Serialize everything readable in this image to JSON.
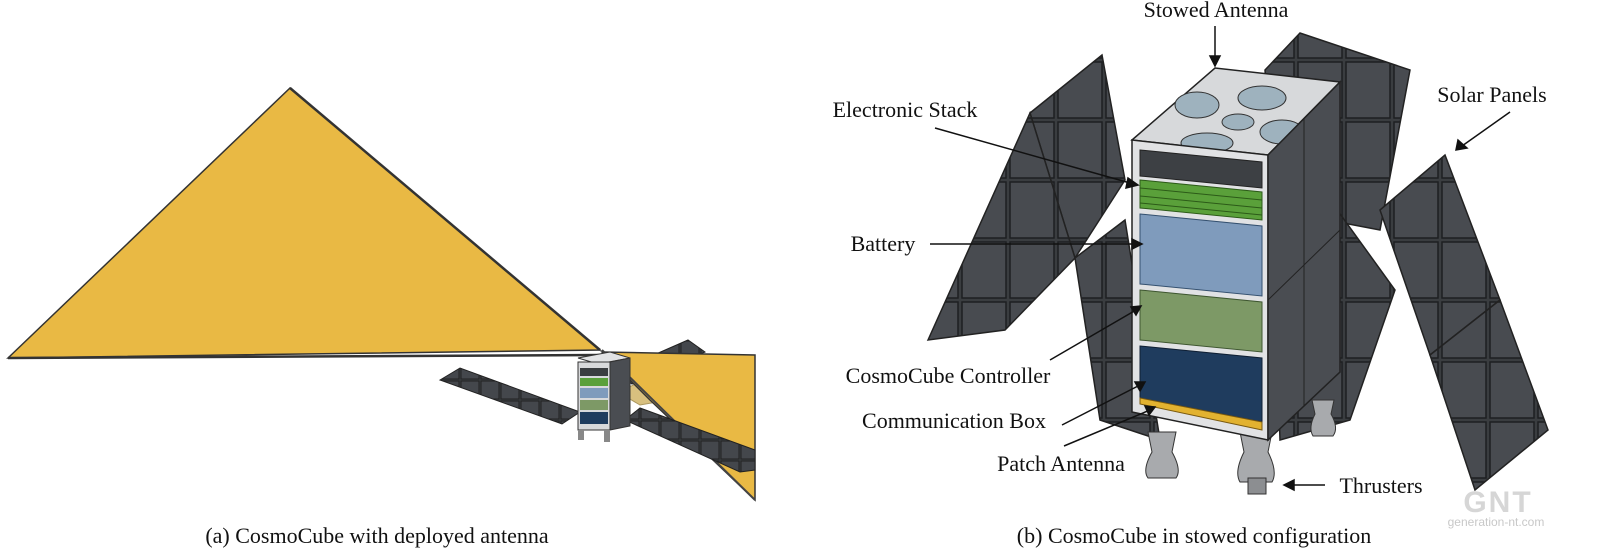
{
  "panel_a": {
    "caption": "(a) CosmoCube with deployed antenna"
  },
  "panel_b": {
    "caption": "(b) CosmoCube in stowed configuration",
    "labels": {
      "stowed_antenna": "Stowed Antenna",
      "electronic_stack": "Electronic Stack",
      "solar_panels": "Solar Panels",
      "battery": "Battery",
      "controller": "CosmoCube Controller",
      "communication_box": "Communication Box",
      "patch_antenna": "Patch Antenna",
      "thrusters": "Thrusters"
    }
  },
  "watermark": {
    "logo": "GNT",
    "site": "generation-nt.com"
  },
  "colors": {
    "antenna_gold": "#e8b840",
    "panel_dark": "#3a3d40",
    "frame_grey": "#d4d6d8",
    "stack_green": "#5aa03a",
    "battery_blue": "#7f9bbc",
    "controller_green": "#7d9966",
    "comm_navy": "#1f3c5e",
    "patch_gold": "#e2b230"
  }
}
